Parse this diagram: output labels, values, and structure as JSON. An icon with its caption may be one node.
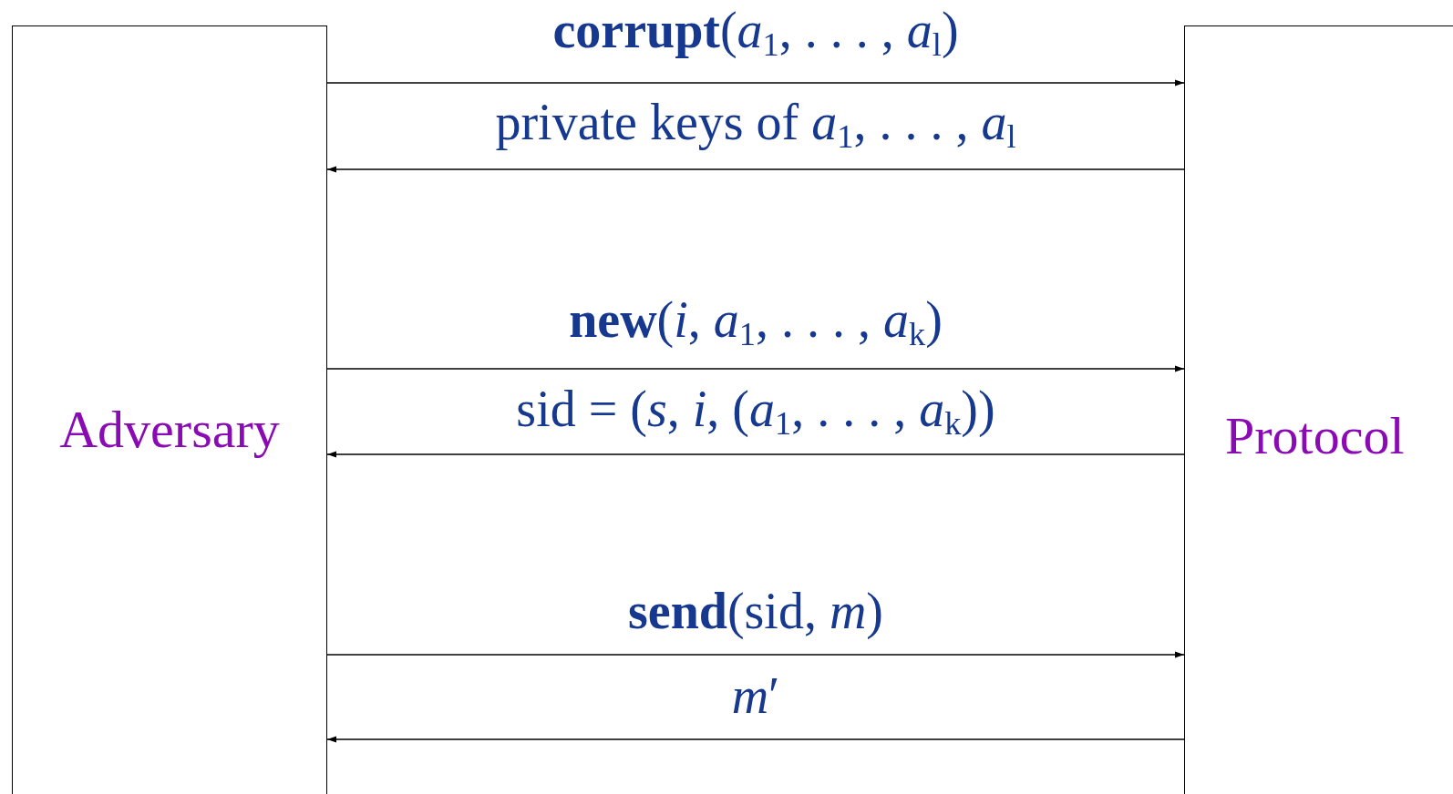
{
  "diagram": {
    "nodes": [
      {
        "text": [
          "Adversary"
        ]
      },
      {
        "text": [
          "Protocol"
        ]
      }
    ],
    "edges": [
      {
        "from": 0,
        "to": 1,
        "arrow": "to",
        "label": "**corrupt**(*a*$_{1}$, . . . , *a*$_{l}$)"
      },
      {
        "from": 1,
        "to": 0,
        "arrow": "to",
        "label": "private keys of *a*$_{1}$, . . . , *a*$_{l}$"
      },
      {
        "from": 0,
        "to": 1,
        "arrow": "to",
        "label": "**new**(*i*, *a*$_{1}$, . . . , *a*$_{k}$)"
      },
      {
        "from": 1,
        "to": 0,
        "arrow": "to",
        "label": "sid = (*s*, *i*, (*a*$_{1}$, . . . , *a*$_{k}$))"
      },
      {
        "from": 0,
        "to": 1,
        "arrow": "to",
        "label": "**send**(sid, *m*)"
      },
      {
        "from": 1,
        "to": 0,
        "arrow": "to",
        "label": "*m*′"
      }
    ]
  }
}
